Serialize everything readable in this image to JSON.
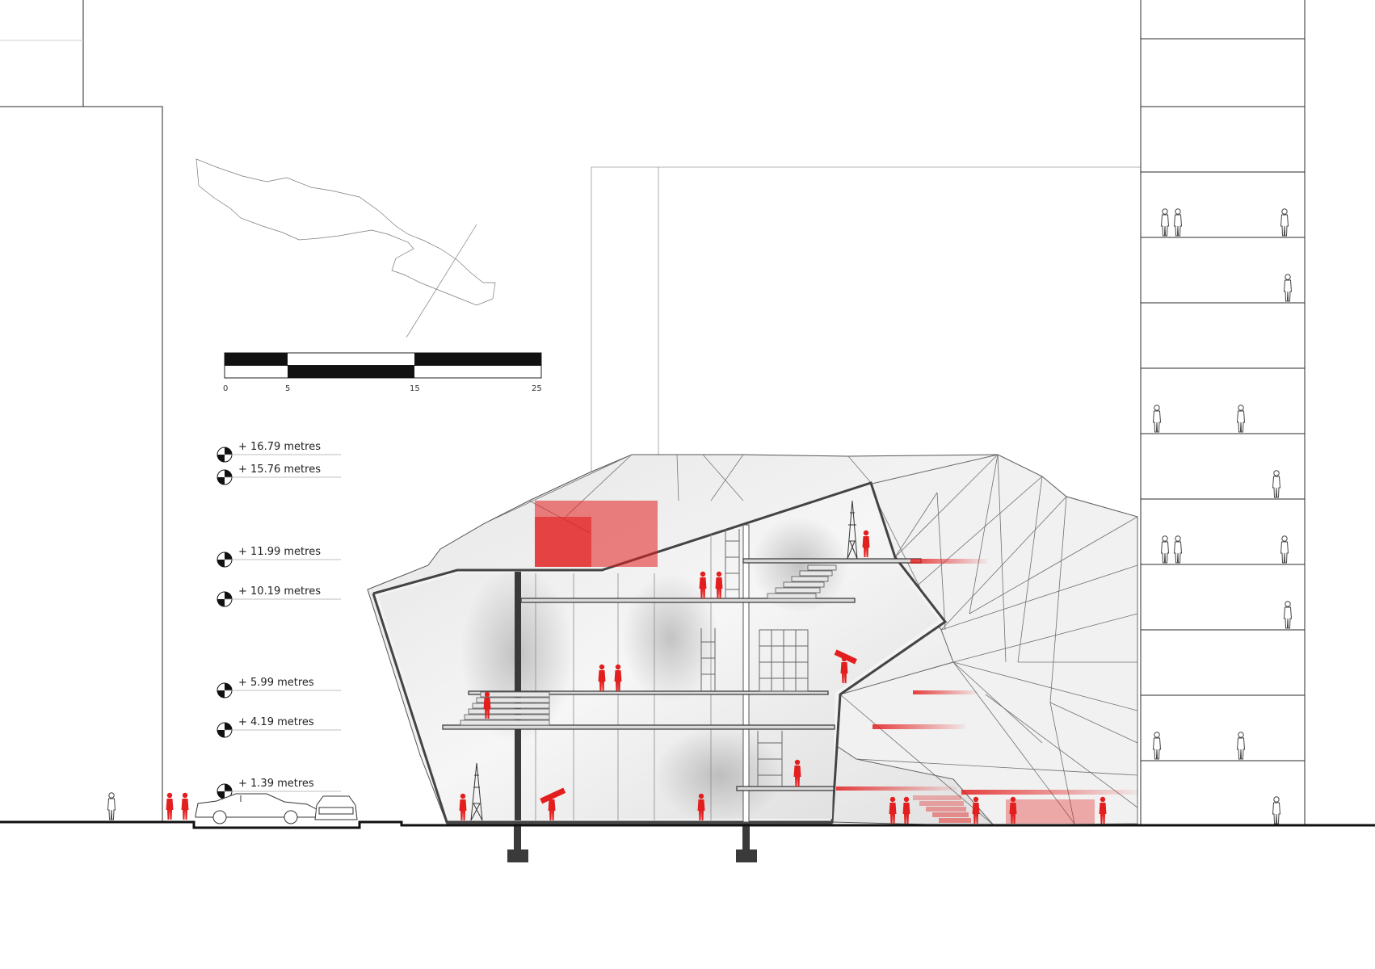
{
  "scale_bar": {
    "ticks": [
      "0",
      "5",
      "15",
      "25"
    ]
  },
  "levels": [
    "+ 16.79 metres",
    "+ 15.76 metres",
    "+ 11.99 metres",
    "+ 10.19 metres",
    "+ 5.99 metres",
    "+ 4.19 metres",
    "+ 1.39 metres"
  ],
  "colors": {
    "accent_red": "#e31e1e",
    "line": "#222222",
    "glass": "#ececec"
  }
}
